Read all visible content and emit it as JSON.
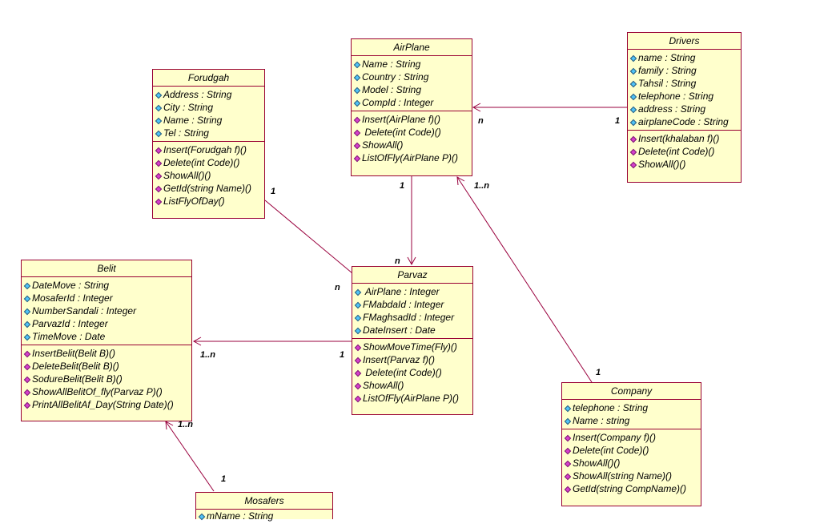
{
  "colors": {
    "box_fill": "#ffffcc",
    "box_border": "#990033",
    "line": "#99003d",
    "attr_icon": "#4fc3f7",
    "op_icon": "#d63ecc"
  },
  "classes": {
    "airplane": {
      "name": "AirPlane",
      "attributes": [
        "Name : String",
        "Country : String",
        "Model : String",
        "CompId : Integer"
      ],
      "operations": [
        "Insert(AirPlane f)()",
        " Delete(int Code)()",
        "ShowAll()",
        "ListOfFly(AirPlane P)()"
      ]
    },
    "drivers": {
      "name": "Drivers",
      "attributes": [
        "name : String",
        "family : String",
        "Tahsil : String",
        "telephone : String",
        "address : String",
        "airplaneCode : String"
      ],
      "operations": [
        "Insert(khalaban f)()",
        "Delete(int Code)()",
        "ShowAll()()"
      ]
    },
    "forudgah": {
      "name": "Forudgah",
      "attributes": [
        "Address : String",
        "City : String",
        "Name : String",
        "Tel : String"
      ],
      "operations": [
        "Insert(Forudgah f)()",
        "Delete(int Code)()",
        "ShowAll()()",
        "GetId(string Name)()",
        "ListFlyOfDay()"
      ]
    },
    "belit": {
      "name": "Belit",
      "attributes": [
        "DateMove : String",
        "MosaferId : Integer",
        "NumberSandali : Integer",
        "ParvazId : Integer",
        "TimeMove : Date"
      ],
      "operations": [
        "InsertBelit(Belit B)()",
        "DeleteBelit(Belit B)()",
        "SodureBelit(Belit B)()",
        "ShowAllBelitOf_fly(Parvaz P)()",
        "PrintAllBelitAf_Day(String Date)()"
      ]
    },
    "parvaz": {
      "name": "Parvaz",
      "attributes": [
        " AirPlane : Integer",
        "FMabdaId : Integer",
        "FMaghsadId : Integer",
        "DateInsert : Date"
      ],
      "operations": [
        "ShowMoveTime(Fly)()",
        "Insert(Parvaz f)()",
        " Delete(int Code)()",
        "ShowAll()",
        "ListOfFly(AirPlane P)()"
      ]
    },
    "company": {
      "name": "Company",
      "attributes": [
        "telephone : String",
        "Name : string"
      ],
      "operations": [
        "Insert(Company f)()",
        "Delete(int Code)()",
        "ShowAll()()",
        "ShowAll(string Name)()",
        "GetId(string CompName)()"
      ]
    },
    "mosafers": {
      "name": "Mosafers",
      "attributes": [
        "mName : String"
      ],
      "operations": []
    }
  },
  "multiplicities": {
    "drivers_airplane_n": "n",
    "drivers_airplane_1": "1",
    "airplane_parvaz_1": "1",
    "airplane_parvaz_n": "n",
    "company_airplane_1n": "1..n",
    "company_airplane_1": "1",
    "forudgah_parvaz_1": "1",
    "forudgah_parvaz_n": "n",
    "parvaz_belit_1": "1",
    "parvaz_belit_1n": "1..n",
    "mosafers_belit_1n": "1..n",
    "mosafers_belit_1": "1"
  }
}
